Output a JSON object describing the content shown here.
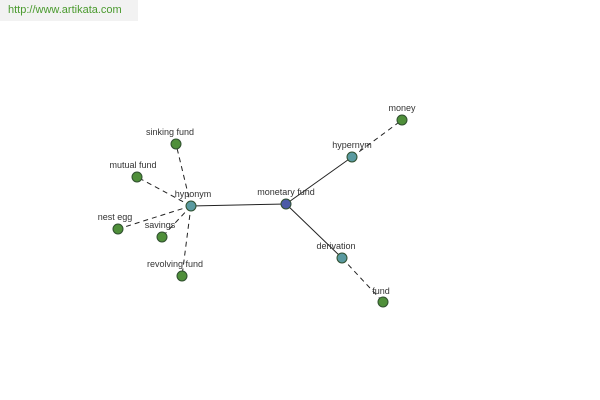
{
  "header": {
    "site_url": "http://www.artikata.com"
  },
  "colors": {
    "center": "#4a5aa6",
    "relation": "#5a9aa0",
    "term": "#4f8f3a",
    "node_stroke": "#2f4f2f",
    "edge": "#222222"
  },
  "graph": {
    "nodes": [
      {
        "id": "monetary-fund",
        "label": "monetary fund",
        "kind": "center"
      },
      {
        "id": "hyponym",
        "label": "hyponym",
        "kind": "relation"
      },
      {
        "id": "hypernym",
        "label": "hypernym",
        "kind": "relation"
      },
      {
        "id": "derivation",
        "label": "derivation",
        "kind": "relation"
      },
      {
        "id": "money",
        "label": "money",
        "kind": "term"
      },
      {
        "id": "fund",
        "label": "fund",
        "kind": "term"
      },
      {
        "id": "sinking-fund",
        "label": "sinking fund",
        "kind": "term"
      },
      {
        "id": "mutual-fund",
        "label": "mutual fund",
        "kind": "term"
      },
      {
        "id": "nest-egg",
        "label": "nest egg",
        "kind": "term"
      },
      {
        "id": "savings",
        "label": "savings",
        "kind": "term"
      },
      {
        "id": "revolving-fund",
        "label": "revolving fund",
        "kind": "term"
      }
    ],
    "edges": [
      {
        "from": "monetary-fund",
        "to": "hyponym",
        "style": "solid"
      },
      {
        "from": "monetary-fund",
        "to": "hypernym",
        "style": "solid"
      },
      {
        "from": "monetary-fund",
        "to": "derivation",
        "style": "solid"
      },
      {
        "from": "hypernym",
        "to": "money",
        "style": "dashed"
      },
      {
        "from": "derivation",
        "to": "fund",
        "style": "dashed"
      },
      {
        "from": "hyponym",
        "to": "sinking-fund",
        "style": "dashed"
      },
      {
        "from": "hyponym",
        "to": "mutual-fund",
        "style": "dashed"
      },
      {
        "from": "hyponym",
        "to": "nest-egg",
        "style": "dashed"
      },
      {
        "from": "hyponym",
        "to": "savings",
        "style": "dashed"
      },
      {
        "from": "hyponym",
        "to": "revolving-fund",
        "style": "dashed"
      }
    ]
  }
}
